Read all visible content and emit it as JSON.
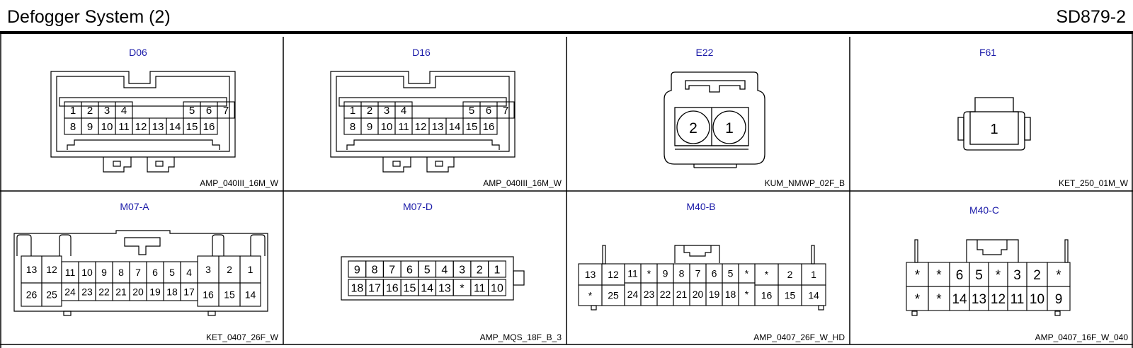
{
  "header": {
    "title": "Defogger System (2)",
    "code": "SD879-2"
  },
  "connectors": [
    {
      "id": "D06",
      "part": "AMP_040III_16M_W",
      "row1": [
        "1",
        "2",
        "3",
        "4",
        "",
        "",
        "",
        "5",
        "6",
        "7"
      ],
      "row2": [
        "8",
        "9",
        "10",
        "11",
        "12",
        "13",
        "14",
        "15",
        "16"
      ]
    },
    {
      "id": "D16",
      "part": "AMP_040III_16M_W",
      "row1": [
        "1",
        "2",
        "3",
        "4",
        "",
        "",
        "",
        "5",
        "6",
        "7"
      ],
      "row2": [
        "8",
        "9",
        "10",
        "11",
        "12",
        "13",
        "14",
        "15",
        "16"
      ]
    },
    {
      "id": "E22",
      "part": "KUM_NMWP_02F_B",
      "pins": [
        "2",
        "1"
      ]
    },
    {
      "id": "F61",
      "part": "KET_250_01M_W",
      "pins": [
        "1"
      ]
    },
    {
      "id": "M07-A",
      "part": "KET_0407_26F_W",
      "row1": [
        "13",
        "12",
        "11",
        "10",
        "9",
        "8",
        "7",
        "6",
        "5",
        "4",
        "3",
        "2",
        "1"
      ],
      "row2": [
        "26",
        "25",
        "24",
        "23",
        "22",
        "21",
        "20",
        "19",
        "18",
        "17",
        "16",
        "15",
        "14"
      ]
    },
    {
      "id": "M07-D",
      "part": "AMP_MQS_18F_B_3",
      "row1": [
        "9",
        "8",
        "7",
        "6",
        "5",
        "4",
        "3",
        "2",
        "1"
      ],
      "row2": [
        "18",
        "17",
        "16",
        "15",
        "14",
        "13",
        "*",
        "11",
        "10"
      ]
    },
    {
      "id": "M40-B",
      "part": "AMP_0407_26F_W_HD",
      "row1": [
        "13",
        "12",
        "11",
        "*",
        "9",
        "8",
        "7",
        "6",
        "5",
        "*",
        "*",
        "2",
        "1"
      ],
      "row2": [
        "*",
        "25",
        "24",
        "23",
        "22",
        "21",
        "20",
        "19",
        "18",
        "*",
        "16",
        "15",
        "14"
      ]
    },
    {
      "id": "M40-C",
      "part": "AMP_0407_16F_W_040",
      "row1": [
        "*",
        "*",
        "6",
        "5",
        "*",
        "3",
        "2",
        "*"
      ],
      "row2": [
        "*",
        "*",
        "14",
        "13",
        "12",
        "11",
        "10",
        "9"
      ]
    }
  ]
}
